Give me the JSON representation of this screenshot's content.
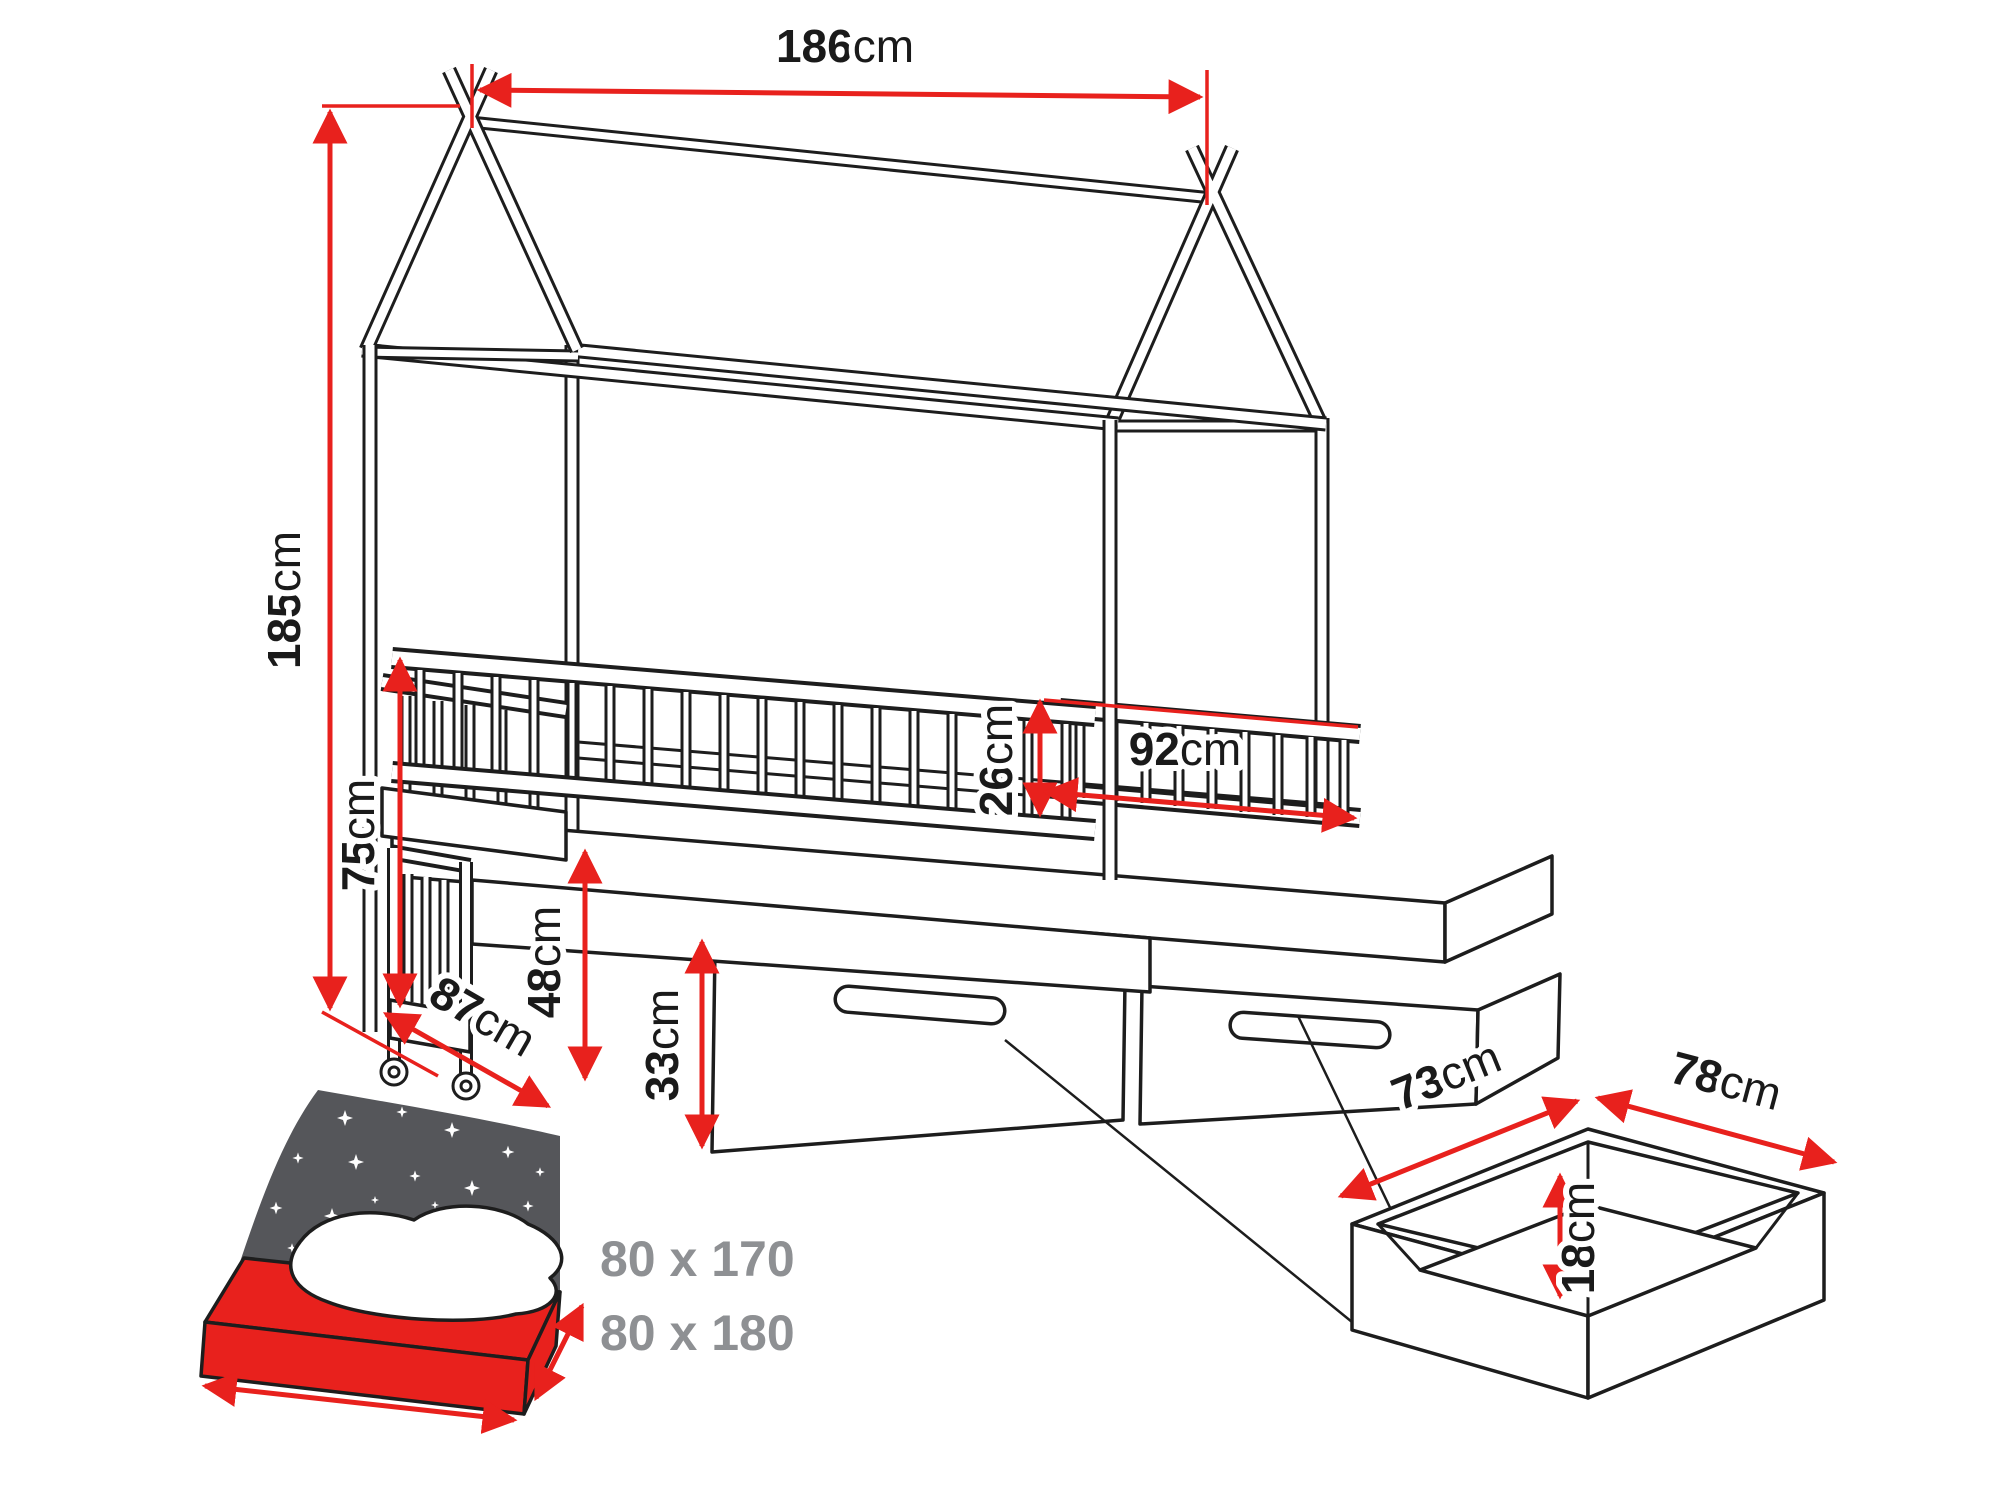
{
  "colors": {
    "outline": "#1d1d1d",
    "dimension": "#e8211d",
    "label": "#1a1a1a",
    "size_label": "#8e9093",
    "headboard": "#55565a",
    "mattress": "#e8211d",
    "star": "#ffffff",
    "background": "#ffffff"
  },
  "bed": {
    "length": {
      "value": "186",
      "unit": "cm"
    },
    "height": {
      "value": "185",
      "unit": "cm"
    },
    "side_height": {
      "value": "75",
      "unit": "cm"
    },
    "depth": {
      "value": "87",
      "unit": "cm"
    },
    "trundle_height": {
      "value": "48",
      "unit": "cm"
    },
    "drawer_front_height": {
      "value": "33",
      "unit": "cm"
    },
    "guard_rail_height": {
      "value": "26",
      "unit": "cm"
    },
    "guard_rail_length": {
      "value": "92",
      "unit": "cm"
    }
  },
  "drawer_detail": {
    "depth": {
      "value": "73",
      "unit": "cm"
    },
    "width": {
      "value": "78",
      "unit": "cm"
    },
    "height": {
      "value": "18",
      "unit": "cm"
    }
  },
  "mattresses": {
    "sizes": [
      "80 x 170",
      "80 x 180"
    ]
  }
}
